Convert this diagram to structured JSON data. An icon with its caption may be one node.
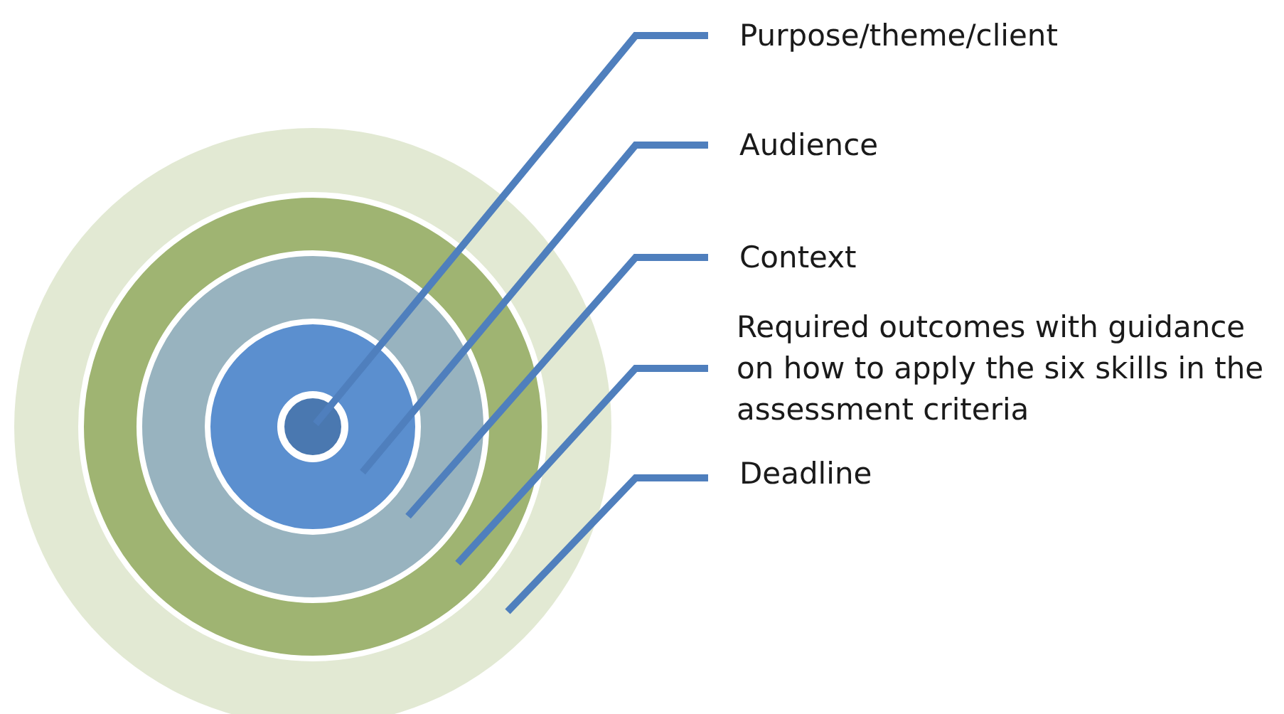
{
  "diagram": {
    "nodes": [
      {
        "text": [],
        "shape": "circle"
      },
      {
        "text": [],
        "shape": "circle",
        "in": 0
      },
      {
        "text": [],
        "shape": "circle",
        "in": 1
      },
      {
        "text": [],
        "shape": "circle",
        "in": 2
      },
      {
        "text": [],
        "shape": "circle",
        "in": 3
      },
      {
        "text": [
          "Purpose/theme/client"
        ]
      },
      {
        "text": [
          "Audience"
        ]
      },
      {
        "text": [
          "Context"
        ]
      },
      {
        "text": [
          "Required outcomes with guidance on how to apply the six skills in the assessment criteria"
        ]
      },
      {
        "text": [
          "Deadline"
        ]
      }
    ],
    "edges": [
      {
        "from": 5,
        "to": 4,
        "arrow": "none"
      },
      {
        "from": 6,
        "to": 3,
        "arrow": "none"
      },
      {
        "from": 7,
        "to": 2,
        "arrow": "none"
      },
      {
        "from": 8,
        "to": 1,
        "arrow": "none"
      },
      {
        "from": 9,
        "to": 0,
        "arrow": "none"
      }
    ]
  }
}
